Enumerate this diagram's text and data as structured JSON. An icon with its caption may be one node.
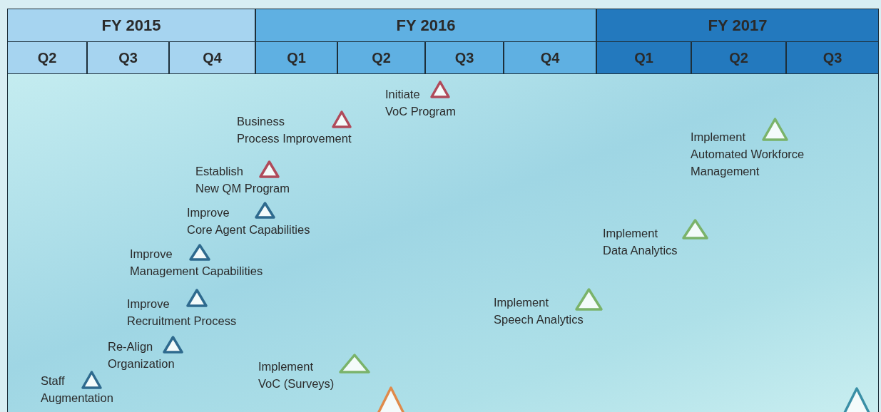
{
  "diagram": {
    "labels": [
      "FY 2015",
      "FY 2016",
      "FY 2017",
      "Q2",
      "Q3",
      "Q4",
      "Q1",
      "Q2",
      "Q3",
      "Q4",
      "Q1",
      "Q2",
      "Q3",
      "Initiate VoC Program",
      "Business Process Improvement",
      "Implement Automated Workforce Management",
      "Establish New QM Program",
      "Improve Core Agent Capabilities",
      "Implement Data Analytics",
      "Improve Management Capabilities",
      "Improve Recruitment Process",
      "Implement Speech Analytics",
      "Re-Align Organization",
      "Implement VoC (Surveys)",
      "Staff Augmentation"
    ]
  }
}
